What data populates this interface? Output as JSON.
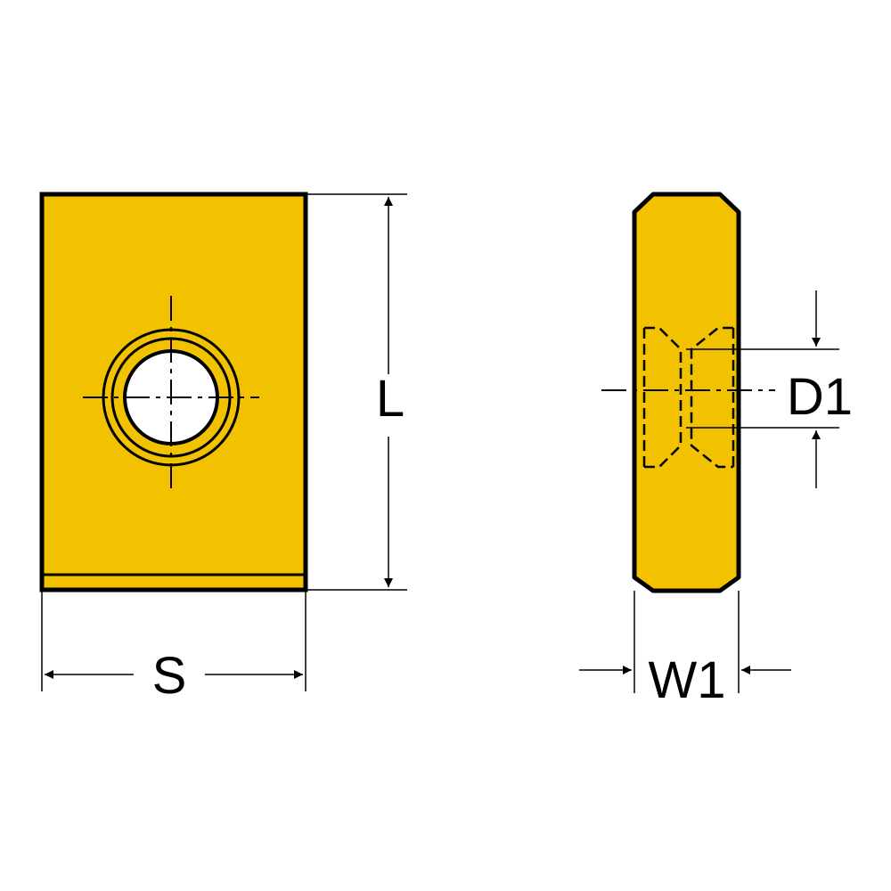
{
  "colors": {
    "body_fill": "#F2C200",
    "outline": "#000000",
    "background": "#FFFFFF"
  },
  "labels": {
    "length": "L",
    "width": "S",
    "thickness": "W1",
    "hole_diameter": "D1"
  }
}
